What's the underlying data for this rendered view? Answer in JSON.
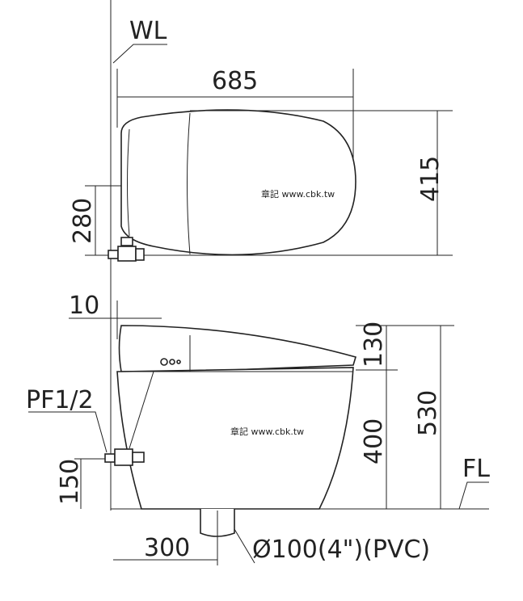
{
  "labels": {
    "wall_line": "WL",
    "floor_line": "FL",
    "supply_fitting": "PF1/2",
    "drain_pipe": "Ø100(4\")(PVC)",
    "watermark": "章記 www.cbk.tw"
  },
  "dimensions": {
    "length": "685",
    "width": "415",
    "supply_offset_top": "280",
    "wall_gap": "10",
    "seat_height_above_bowl": "130",
    "bowl_height": "400",
    "total_height": "530",
    "supply_height": "150",
    "drain_offset": "300"
  }
}
